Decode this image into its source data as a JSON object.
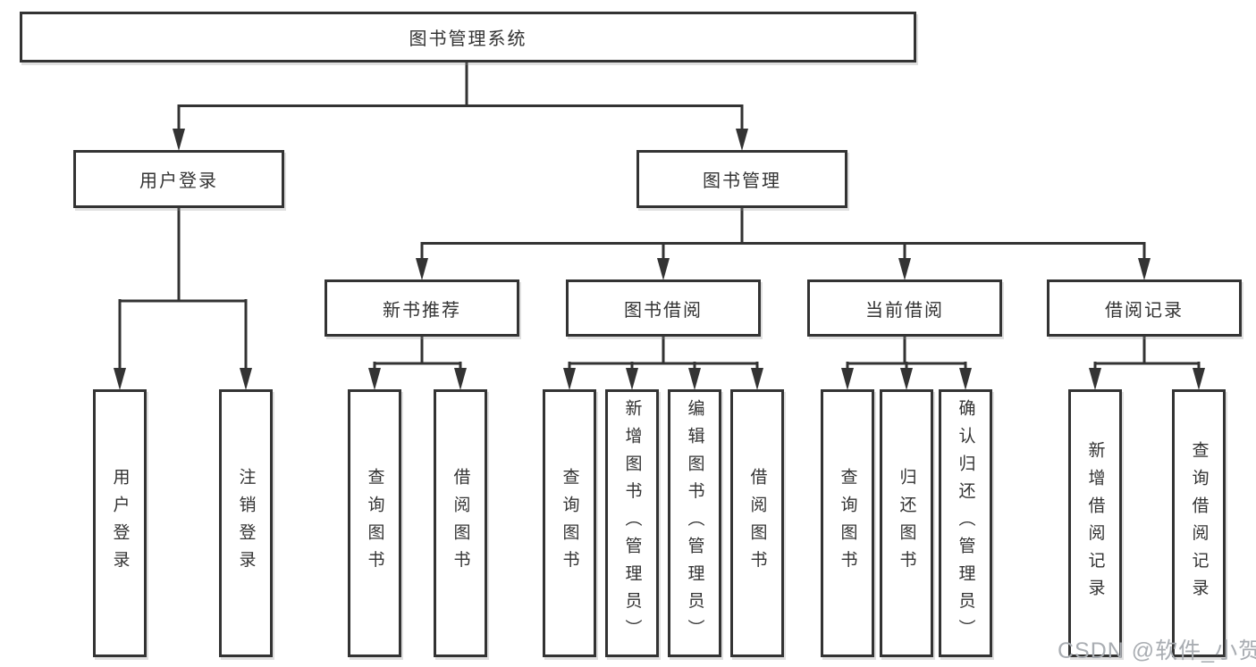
{
  "colors": {
    "line": "#333333",
    "text": "#333333",
    "watermark": "#a9adb2",
    "background": "#ffffff"
  },
  "diagram": {
    "root": "图书管理系统",
    "branches": [
      {
        "label": "用户登录",
        "children": [
          "用户登录",
          "注销登录"
        ]
      },
      {
        "label": "图书管理",
        "groups": [
          {
            "label": "新书推荐",
            "children": [
              "查询图书",
              "借阅图书"
            ]
          },
          {
            "label": "图书借阅",
            "children": [
              "查询图书",
              "新增图书（管理员）",
              "编辑图书（管理员）",
              "借阅图书"
            ]
          },
          {
            "label": "当前借阅",
            "children": [
              "查询图书",
              "归还图书",
              "确认归还（管理员）"
            ]
          },
          {
            "label": "借阅记录",
            "children": [
              "新增借阅记录",
              "查询借阅记录"
            ]
          }
        ]
      }
    ]
  },
  "watermark": "CSDN @软件_小贺同学"
}
